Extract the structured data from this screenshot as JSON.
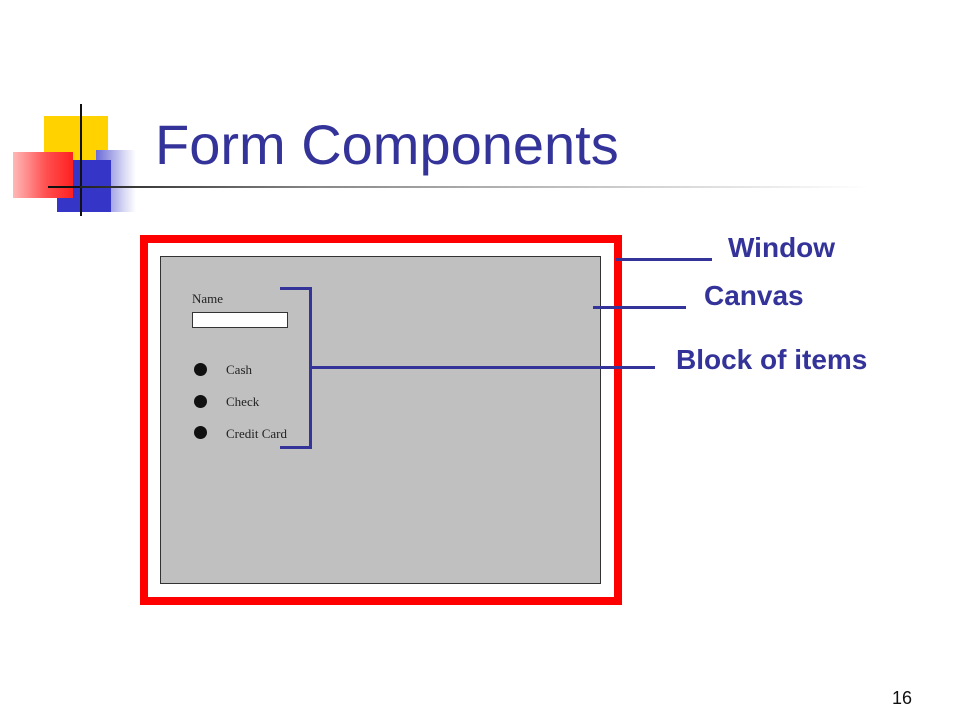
{
  "slide": {
    "title": "Form Components",
    "number": "16"
  },
  "form": {
    "name_label": "Name",
    "name_value": "",
    "options": [
      "Cash",
      "Check",
      "Credit Card"
    ]
  },
  "callouts": {
    "window": "Window",
    "canvas": "Canvas",
    "block": "Block of items"
  },
  "colors": {
    "accent": "#333399",
    "window_border": "#ff0000",
    "canvas_fill": "#c0c0c0",
    "logo_yellow": "#ffd200",
    "logo_blue": "#3535c8",
    "logo_red": "#ff2020"
  }
}
